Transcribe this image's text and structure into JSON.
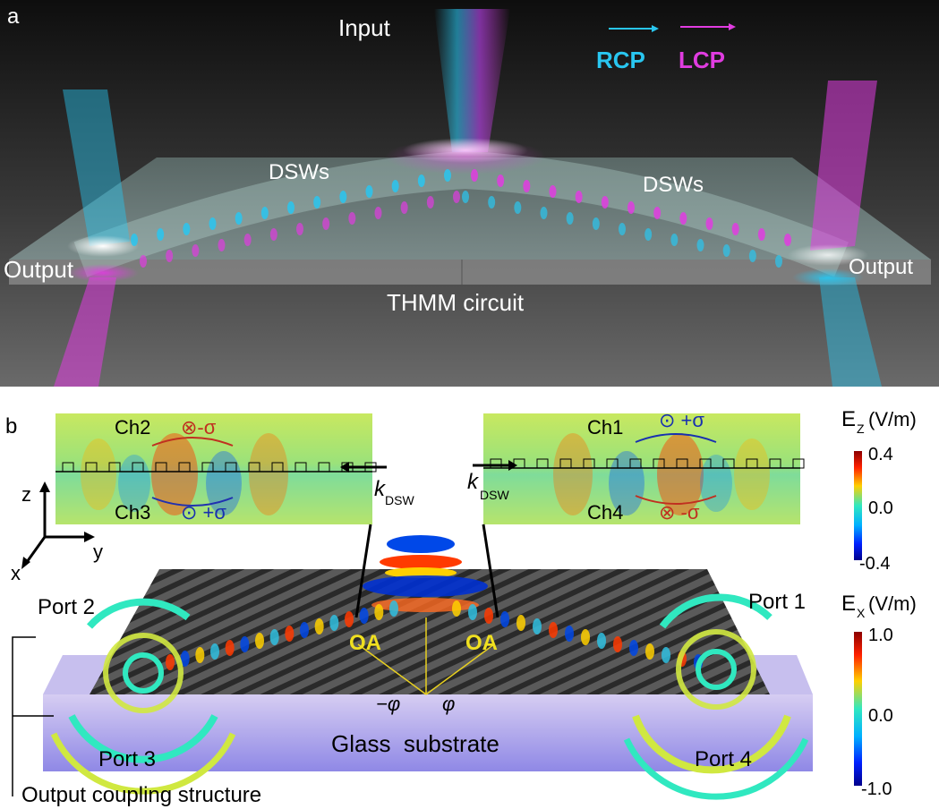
{
  "panel_a": {
    "letter": "a",
    "input_label": "Input",
    "output_left_label": "Output",
    "output_right_label": "Output",
    "dsw_left_label": "DSWs",
    "dsw_right_label": "DSWs",
    "circuit_label": "THMM circuit",
    "rcp_label": "RCP",
    "lcp_label": "LCP",
    "colors": {
      "rcp": "#29c6f0",
      "lcp": "#e03ce0",
      "background": "#2a2a2a"
    }
  },
  "panel_b": {
    "letter": "b",
    "inset_left": {
      "ch_top": "Ch2",
      "ch_top_sigma": "⊗-σ",
      "ch_bottom": "Ch3",
      "ch_bottom_sigma": "⊙ +σ",
      "k_label": "k",
      "k_sub": "DSW"
    },
    "inset_right": {
      "ch_top": "Ch1",
      "ch_top_sigma": "⊙ +σ",
      "ch_bottom": "Ch4",
      "ch_bottom_sigma": "⊗ -σ",
      "k_label": "k",
      "k_sub": "DSW"
    },
    "axes": {
      "z": "z",
      "y": "y",
      "x": "x"
    },
    "ports": {
      "port1": "Port 1",
      "port2": "Port 2",
      "port3": "Port 3",
      "port4": "Port 4"
    },
    "oa_left": "OA",
    "oa_right": "OA",
    "phi_neg": "−φ",
    "phi_pos": "φ",
    "substrate_label": "Glass  substrate",
    "coupling_label": "Output coupling structure",
    "colorbar_ez": {
      "title": "E",
      "sub": "Z",
      "unit": "(V/m)",
      "ticks": [
        "0.4",
        "0.0",
        "-0.4"
      ]
    },
    "colorbar_ex": {
      "title": "E",
      "sub": "X",
      "unit": "(V/m)",
      "ticks": [
        "1.0",
        "0.0",
        "-1.0"
      ]
    }
  }
}
